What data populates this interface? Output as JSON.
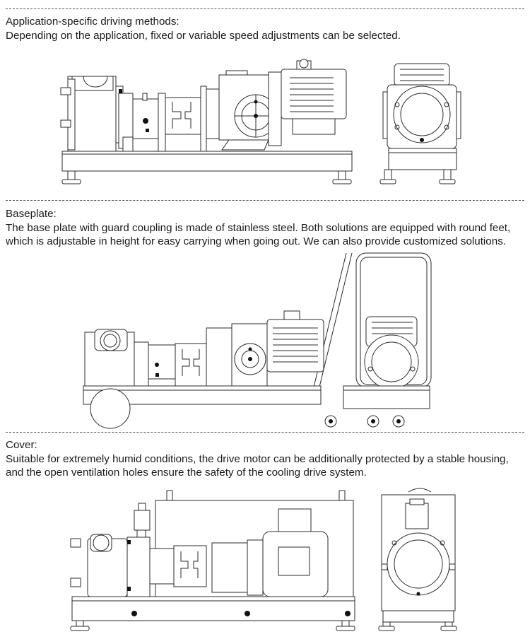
{
  "sections": [
    {
      "heading": "Application-specific driving methods:",
      "body": "Depending on the application, fixed or variable speed adjustments can be selected."
    },
    {
      "heading": "Baseplate:",
      "body": "The base plate with guard coupling is made of stainless steel. Both solutions are equipped with round feet, which is adjustable in height for easy carrying when going out. We can also provide customized solutions."
    },
    {
      "heading": "Cover:",
      "body": "Suitable for extremely humid conditions, the drive motor can be additionally protected by a stable housing, and the open ventilation holes ensure the safety of the cooling drive system."
    }
  ],
  "icons": {
    "s1_side": "pump-side-view-with-gear-motor-drawing",
    "s1_front": "pump-front-view-drawing",
    "s2": "pump-on-wheeled-trolley-drawing",
    "s3_side": "pump-with-motor-cover-side-view-drawing",
    "s3_front": "pump-with-motor-cover-front-view-drawing"
  }
}
